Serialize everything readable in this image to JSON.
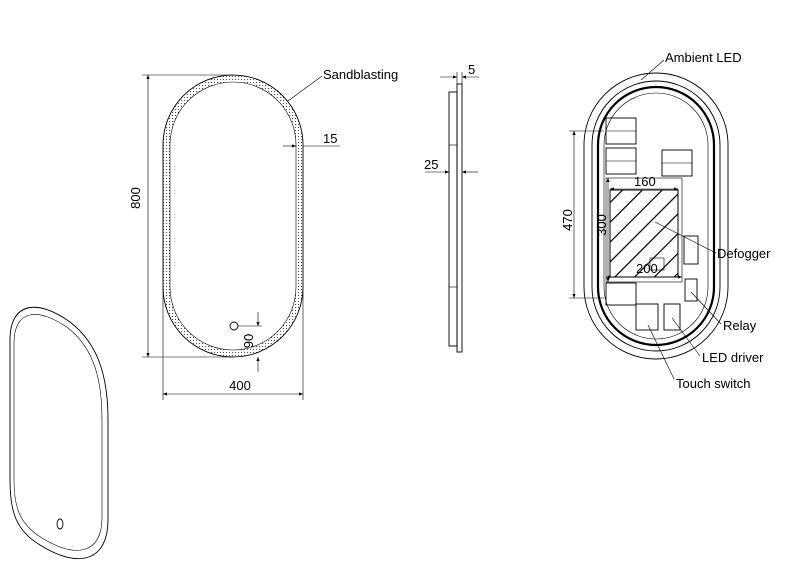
{
  "labels": {
    "sandblasting": "Sandblasting",
    "ambient_led": "Ambient LED",
    "defogger": "Defogger",
    "relay": "Relay",
    "led_driver": "LED driver",
    "touch_switch": "Touch switch"
  },
  "dimensions": {
    "height": "800",
    "width": "400",
    "border": "15",
    "switch_offset": "90",
    "side_thickness": "5",
    "side_depth": "25",
    "back_height": "470",
    "defogger_height": "300",
    "defogger_top_width": "160",
    "defogger_bottom_width": "200"
  }
}
